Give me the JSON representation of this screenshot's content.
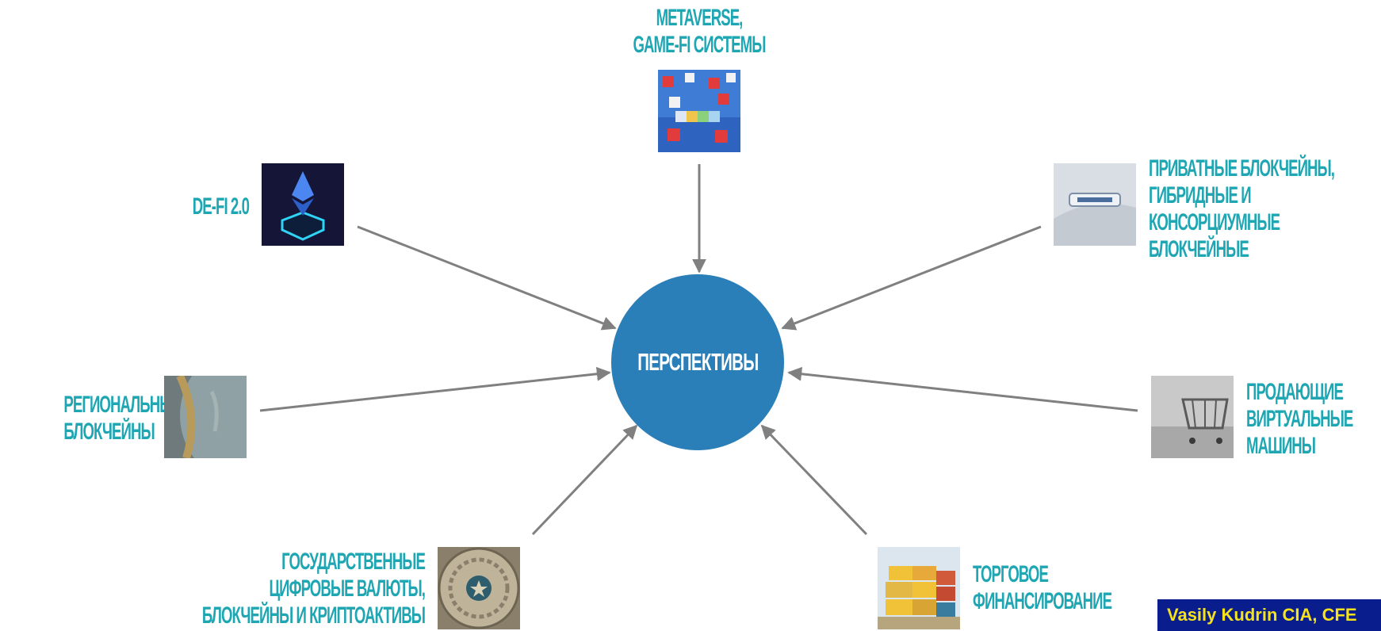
{
  "hub": {
    "label": "ПЕРСПЕКТИВЫ",
    "color": "#2B7FB8"
  },
  "accent_color": "#1FA6B3",
  "arrow_color": "#808080",
  "nodes": {
    "metaverse": {
      "lines": [
        "METAVERSE,",
        "GAME-FI СИСТЕМЫ"
      ],
      "image": "game-letter-cubes"
    },
    "defi": {
      "lines": [
        "DE-FI 2.0"
      ],
      "image": "ethereum-logo-hexagon"
    },
    "private": {
      "lines": [
        "ПРИВАТНЫЕ БЛОКЧЕЙНЫ,",
        "ГИБРИДНЫЕ И",
        "КОНСОРЦИУМНЫЕ",
        "БЛОКЧЕЙНЫЕ"
      ],
      "image": "hybrid-car-badge"
    },
    "regional": {
      "lines": [
        "РЕГИОНАЛЬНЫЕ",
        "БЛОКЧЕЙНЫ"
      ],
      "image": "globe-closeup"
    },
    "vm": {
      "lines": [
        "ПРОДАЮЩИЕ",
        "ВИРТУАЛЬНЫЕ",
        "МАШИНЫ"
      ],
      "image": "shopping-cart"
    },
    "gov": {
      "lines": [
        "ГОСУДАРСТВЕННЫЕ",
        "ЦИФРОВЫЕ ВАЛЮТЫ,",
        "БЛОКЧЕЙНЫ И КРИПТОАКТИВЫ"
      ],
      "image": "capitol-dome"
    },
    "trade": {
      "lines": [
        "ТОРГОВОЕ",
        "ФИНАНСИРОВАНИЕ"
      ],
      "image": "shipping-containers"
    }
  },
  "author": {
    "text": "Vasily Kudrin CIA, CFE",
    "bg": "#0A1D8C",
    "fg": "#F5E21B"
  }
}
